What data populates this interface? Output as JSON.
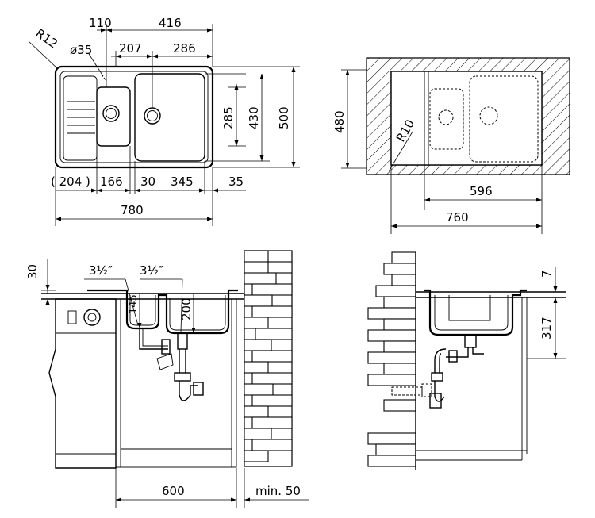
{
  "top_view": {
    "r12": "R12",
    "d35": "ø35",
    "d110": "110",
    "d416": "416",
    "d207": "207",
    "d286": "286",
    "d285": "285",
    "d430": "430",
    "d500": "500",
    "d204": "( 204 )",
    "d166": "166",
    "d30": "30",
    "d345": "345",
    "d35b": "35",
    "d780": "780"
  },
  "cutout_view": {
    "d480": "480",
    "r10": "R10",
    "d596": "596",
    "d760": "760"
  },
  "side_view_left": {
    "d30": "30",
    "pipe1": "3½″",
    "pipe2": "3½″",
    "d145": "145",
    "d200": "200",
    "d600": "600",
    "min50": "min. 50"
  },
  "side_view_right": {
    "d7": "7",
    "d317": "317"
  }
}
